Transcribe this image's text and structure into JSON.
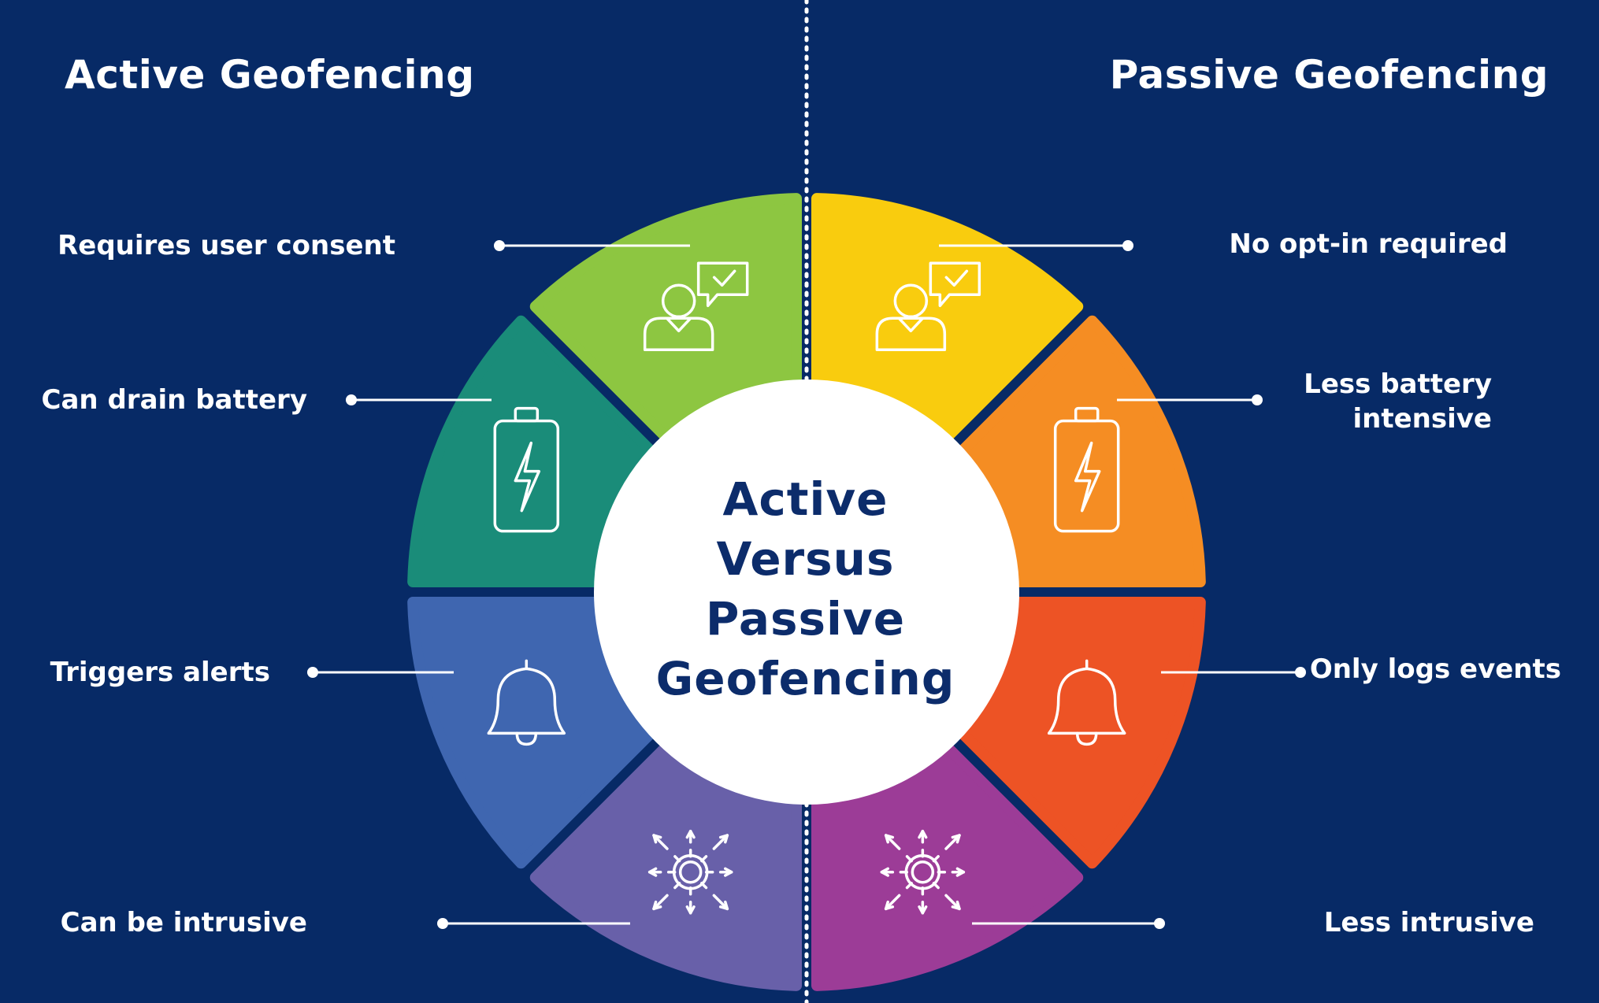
{
  "left_heading": "Active Geofencing",
  "right_heading": "Passive Geofencing",
  "center_title": "Active\nVersus\nPassive\nGeofencing",
  "colors": {
    "background": "#072a66",
    "center_circle": "#ffffff",
    "center_text": "#0c2c6b",
    "divider": "#ffffff",
    "icon_stroke": "#ffffff"
  },
  "segments": [
    {
      "side": "left",
      "label": "Requires user consent",
      "icon": "user-consent-icon",
      "color": "#8dc641"
    },
    {
      "side": "left",
      "label": "Can drain battery",
      "icon": "battery-icon",
      "color": "#1a8c79"
    },
    {
      "side": "left",
      "label": "Triggers alerts",
      "icon": "bell-icon",
      "color": "#3f66b0"
    },
    {
      "side": "left",
      "label": "Can be intrusive",
      "icon": "gear-arrows-icon",
      "color": "#6860a9"
    },
    {
      "side": "right",
      "label": "No opt-in required",
      "icon": "user-consent-icon",
      "color": "#f9cc0e"
    },
    {
      "side": "right",
      "label": "Less battery intensive",
      "icon": "battery-icon",
      "color": "#f58d23"
    },
    {
      "side": "right",
      "label": "Only logs events",
      "icon": "bell-icon",
      "color": "#ed5325"
    },
    {
      "side": "right",
      "label": "Less intrusive",
      "icon": "gear-arrows-icon",
      "color": "#9c3c97"
    }
  ]
}
